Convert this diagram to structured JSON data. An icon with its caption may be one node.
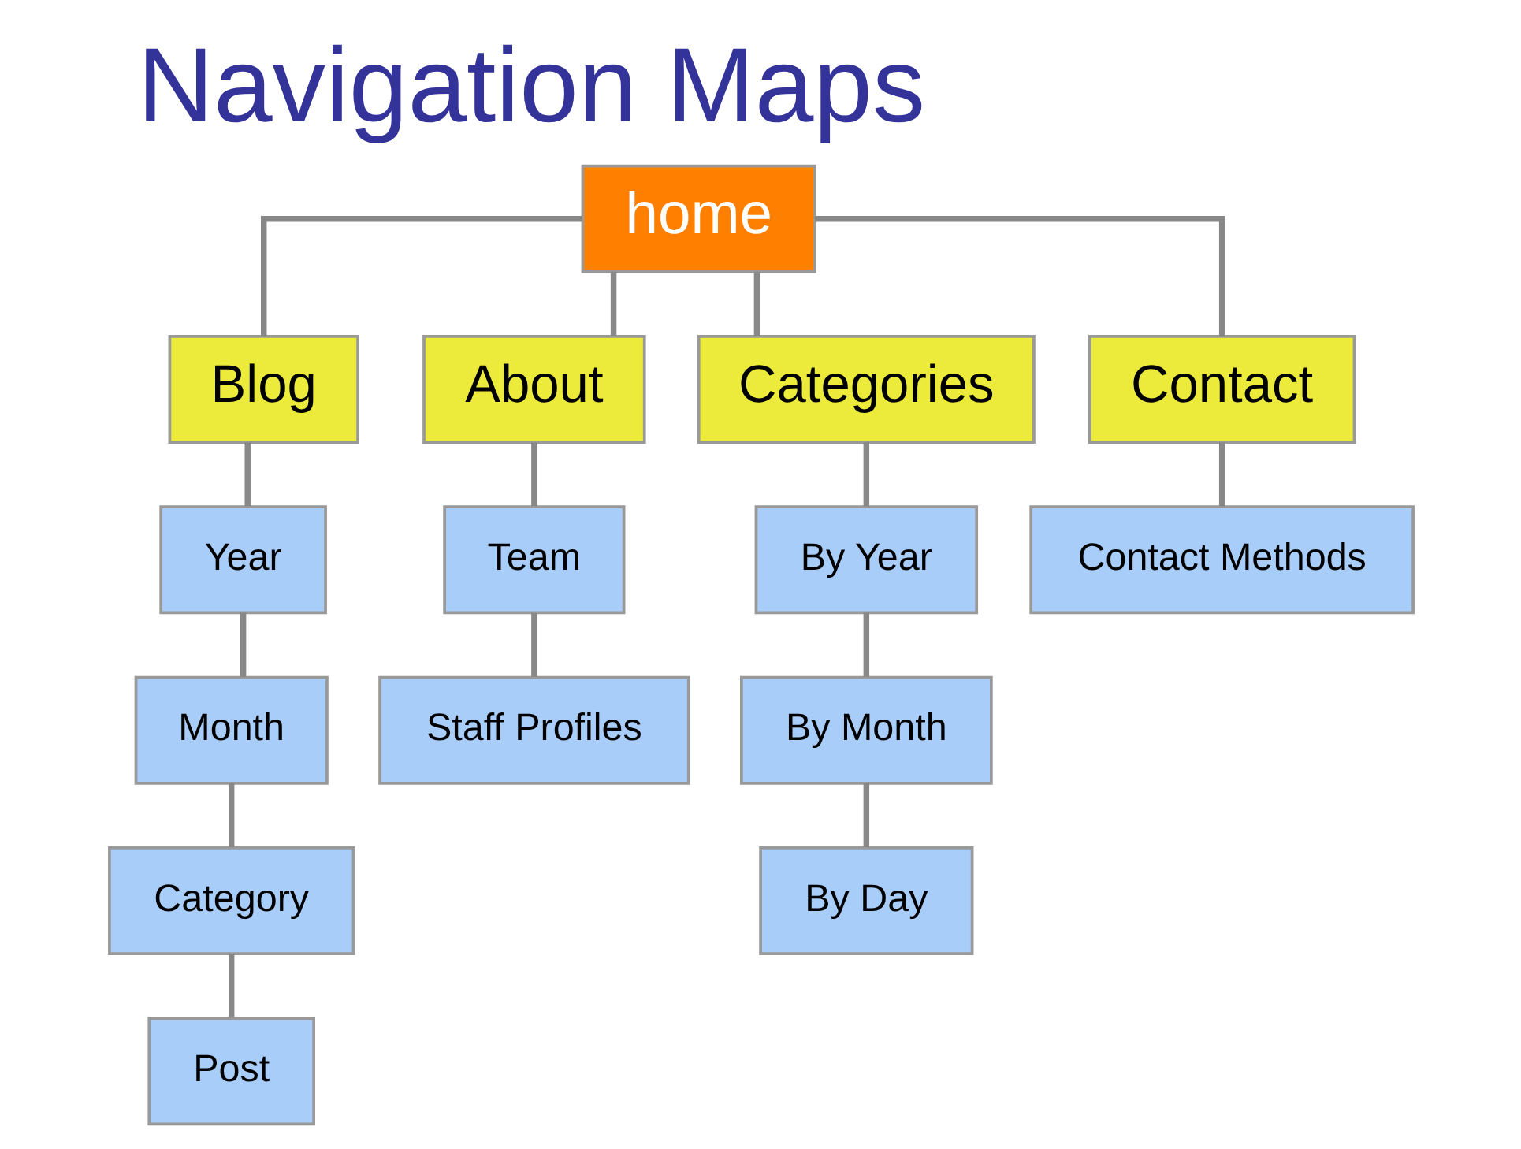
{
  "diagram": {
    "title": "Navigation Maps",
    "nodes": [
      {
        "text": [
          "home"
        ]
      },
      {
        "text": [
          "Blog"
        ]
      },
      {
        "text": [
          "About"
        ]
      },
      {
        "text": [
          "Categories"
        ]
      },
      {
        "text": [
          "Contact"
        ]
      },
      {
        "text": [
          "Year"
        ]
      },
      {
        "text": [
          "Month"
        ]
      },
      {
        "text": [
          "Category"
        ]
      },
      {
        "text": [
          "Post"
        ]
      },
      {
        "text": [
          "Team"
        ]
      },
      {
        "text": [
          "Staff Profiles"
        ]
      },
      {
        "text": [
          "By Year"
        ]
      },
      {
        "text": [
          "By Month"
        ]
      },
      {
        "text": [
          "By Day"
        ]
      },
      {
        "text": [
          "Contact Methods"
        ]
      }
    ],
    "edges": [
      {
        "from": 0,
        "to": 1,
        "arrow": "none"
      },
      {
        "from": 0,
        "to": 2,
        "arrow": "none"
      },
      {
        "from": 0,
        "to": 3,
        "arrow": "none"
      },
      {
        "from": 0,
        "to": 4,
        "arrow": "none"
      },
      {
        "from": 1,
        "to": 5,
        "arrow": "none"
      },
      {
        "from": 5,
        "to": 6,
        "arrow": "none"
      },
      {
        "from": 6,
        "to": 7,
        "arrow": "none"
      },
      {
        "from": 7,
        "to": 8,
        "arrow": "none"
      },
      {
        "from": 2,
        "to": 9,
        "arrow": "none"
      },
      {
        "from": 9,
        "to": 10,
        "arrow": "none"
      },
      {
        "from": 3,
        "to": 11,
        "arrow": "none"
      },
      {
        "from": 11,
        "to": 12,
        "arrow": "none"
      },
      {
        "from": 12,
        "to": 13,
        "arrow": "none"
      },
      {
        "from": 4,
        "to": 14,
        "arrow": "none"
      }
    ]
  }
}
